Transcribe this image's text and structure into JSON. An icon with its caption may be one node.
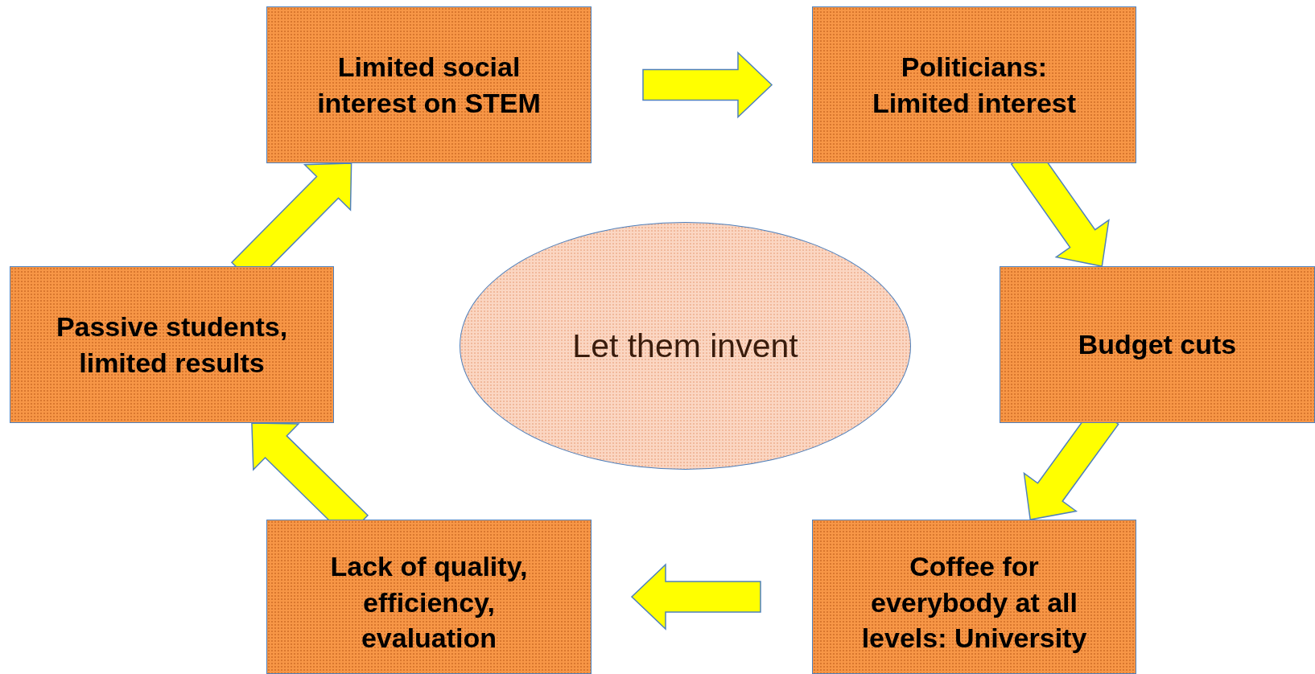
{
  "diagram": {
    "nodes": [
      {
        "text": [
          "Limited social interest on STEM"
        ]
      },
      {
        "text": [
          "Politicians: Limited  interest"
        ]
      },
      {
        "text": [
          "Budget cuts"
        ]
      },
      {
        "text": [
          "Coffee for everybody at all levels: University"
        ]
      },
      {
        "text": [
          "Lack of quality, efficiency, evaluation"
        ]
      },
      {
        "text": [
          "Passive students, limited results"
        ]
      },
      {
        "text": [
          "Let them invent"
        ]
      }
    ],
    "edges": [
      {
        "from": 0,
        "to": 1,
        "arrow": "to"
      },
      {
        "from": 1,
        "to": 2,
        "arrow": "to"
      },
      {
        "from": 2,
        "to": 3,
        "arrow": "to"
      },
      {
        "from": 3,
        "to": 4,
        "arrow": "to"
      },
      {
        "from": 4,
        "to": 5,
        "arrow": "to"
      },
      {
        "from": 5,
        "to": 0,
        "arrow": "to"
      }
    ]
  }
}
